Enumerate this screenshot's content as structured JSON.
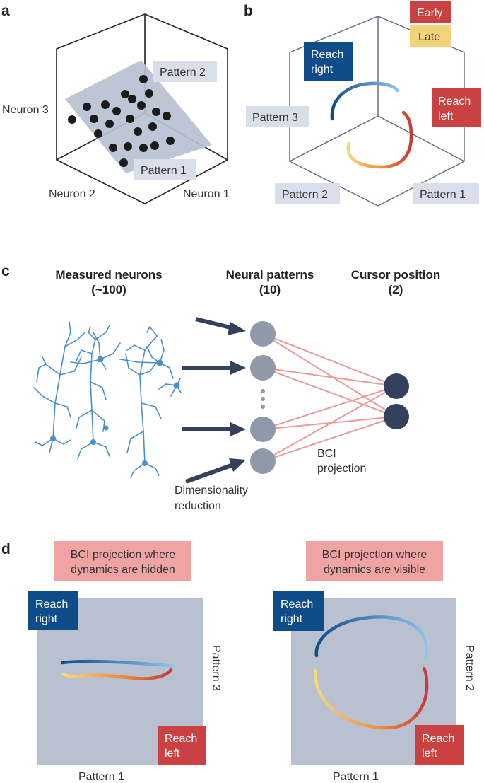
{
  "panel_a": {
    "letter": "a",
    "axis_neuron_1": "Neuron 1",
    "axis_neuron_2": "Neuron 2",
    "axis_neuron_3": "Neuron 3",
    "pattern_1": "Pattern 1",
    "pattern_2": "Pattern 2"
  },
  "panel_b": {
    "letter": "b",
    "legend_early": "Early",
    "legend_late": "Late",
    "reach_right_1": "Reach",
    "reach_right_2": "right",
    "reach_left_1": "Reach",
    "reach_left_2": "left",
    "pattern_1": "Pattern 1",
    "pattern_2": "Pattern 2",
    "pattern_3": "Pattern 3"
  },
  "panel_c": {
    "letter": "c",
    "col1_title_1": "Measured neurons",
    "col1_title_2": "(~100)",
    "col2_title_1": "Neural patterns",
    "col2_title_2": "(10)",
    "col3_title_1": "Cursor position",
    "col3_title_2": "(2)",
    "dim_red_1": "Dimensionality",
    "dim_red_2": "reduction",
    "bci_1": "BCI",
    "bci_2": "projection"
  },
  "panel_d": {
    "letter": "d",
    "left_title_1": "BCI projection where",
    "left_title_2": "dynamics are hidden",
    "right_title_1": "BCI projection where",
    "right_title_2": "dynamics are visible",
    "reach_right_1": "Reach",
    "reach_right_2": "right",
    "reach_left_1": "Reach",
    "reach_left_2": "left",
    "left_x_axis": "Pattern 1",
    "left_y_axis": "Pattern 3",
    "right_x_axis": "Pattern 1",
    "right_y_axis": "Pattern 2"
  },
  "colors": {
    "reach_right": "#0f4c8a",
    "reach_left": "#c94141",
    "early": "#c94141",
    "late": "#f2d27a",
    "plane": "#b9c0d0",
    "label_box": "#d9dfe8",
    "pink_box": "#f0a3a3",
    "node_grey": "#8f99aa",
    "node_dark": "#33415c",
    "neuron_blue": "#4a90c8",
    "connection_pink": "#ec9a9a"
  }
}
